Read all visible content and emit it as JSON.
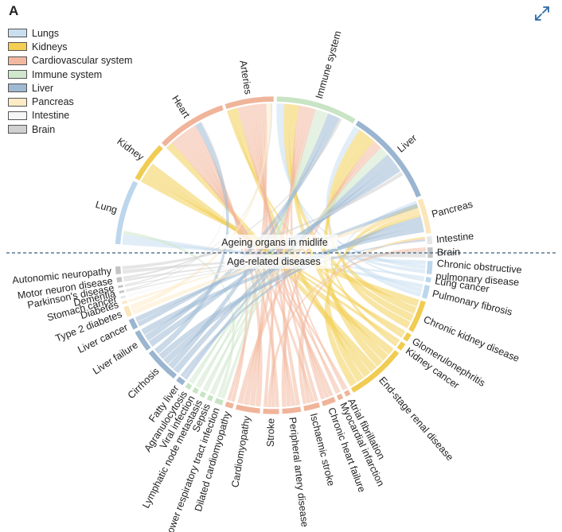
{
  "panel_label": "A",
  "top_label": "Ageing organs in midlife",
  "bottom_label": "Age-related diseases",
  "legend": [
    {
      "label": "Lungs",
      "color": "#c9dff0"
    },
    {
      "label": "Kidneys",
      "color": "#f3cf55"
    },
    {
      "label": "Cardiovascular system",
      "color": "#f2b9a0"
    },
    {
      "label": "Immune system",
      "color": "#cfe8cc"
    },
    {
      "label": "Liver",
      "color": "#9fb9d3"
    },
    {
      "label": "Pancreas",
      "color": "#fdebc6"
    },
    {
      "label": "Intestine",
      "color": "#f6f6f6"
    },
    {
      "label": "Brain",
      "color": "#d0d0d0"
    }
  ],
  "organs": [
    {
      "label": "Lung",
      "group": 0,
      "start": 184,
      "end": 208
    },
    {
      "label": "Kidney",
      "group": 1,
      "start": 209,
      "end": 224
    },
    {
      "label": "Heart",
      "group": 2,
      "start": 225,
      "end": 251
    },
    {
      "label": "Arteries",
      "group": 2,
      "start": 252,
      "end": 270
    },
    {
      "label": "Immune system",
      "group": 3,
      "start": 271,
      "end": 301
    },
    {
      "label": "Liver",
      "group": 4,
      "start": 302,
      "end": 338
    },
    {
      "label": "Pancreas",
      "group": 5,
      "start": 339,
      "end": 352
    },
    {
      "label": "Intestine",
      "group": 6,
      "start": 353,
      "end": 356
    },
    {
      "label": "Brain",
      "group": 7,
      "start": 357,
      "end": 361
    }
  ],
  "diseases": [
    {
      "label": "Chronic obstructive pulmonary disease",
      "lines": [
        "Chronic obstructive",
        "pulmonary disease"
      ],
      "group": 0,
      "start": 2,
      "end": 7
    },
    {
      "label": "Lung cancer",
      "group": 0,
      "start": 8,
      "end": 10
    },
    {
      "label": "Pulmonary fibrosis",
      "group": 0,
      "start": 11,
      "end": 16
    },
    {
      "label": "Chronic kidney disease",
      "group": 1,
      "start": 17,
      "end": 29
    },
    {
      "label": "Glomerulonephritis",
      "group": 1,
      "start": 30,
      "end": 33
    },
    {
      "label": "Kidney cancer",
      "group": 1,
      "start": 34,
      "end": 37
    },
    {
      "label": "End-stage renal disease",
      "group": 1,
      "start": 38,
      "end": 60
    },
    {
      "label": "Atrial fibrillation",
      "group": 2,
      "start": 61,
      "end": 63
    },
    {
      "label": "Myocardial infarction",
      "group": 2,
      "start": 64,
      "end": 66
    },
    {
      "label": "Chronic heart failure",
      "group": 2,
      "start": 67,
      "end": 72
    },
    {
      "label": "Ischaemic stroke",
      "group": 2,
      "start": 73,
      "end": 79
    },
    {
      "label": "Peripheral artery disease",
      "group": 2,
      "start": 80,
      "end": 87
    },
    {
      "label": "Stroke",
      "group": 2,
      "start": 88,
      "end": 94
    },
    {
      "label": "Cardiomyopathy",
      "group": 2,
      "start": 95,
      "end": 104
    },
    {
      "label": "Dilated cardiomyopathy",
      "group": 2,
      "start": 105,
      "end": 108
    },
    {
      "label": "Lower respiratory tract infection",
      "group": 3,
      "start": 109,
      "end": 112
    },
    {
      "label": "Sepsis",
      "group": 3,
      "start": 113,
      "end": 115
    },
    {
      "label": "Lymphatic node metastasis",
      "group": 3,
      "start": 116,
      "end": 118
    },
    {
      "label": "Viral infection",
      "group": 3,
      "start": 119,
      "end": 121
    },
    {
      "label": "Agranulocytosis",
      "group": 3,
      "start": 122,
      "end": 124
    },
    {
      "label": "Fatty liver",
      "group": 4,
      "start": 125,
      "end": 128
    },
    {
      "label": "Cirrhosis",
      "group": 4,
      "start": 129,
      "end": 142
    },
    {
      "label": "Liver failure",
      "group": 4,
      "start": 143,
      "end": 151
    },
    {
      "label": "Liver cancer",
      "group": 4,
      "start": 152,
      "end": 156
    },
    {
      "label": "Type 2 diabetes",
      "group": 5,
      "start": 157,
      "end": 161
    },
    {
      "label": "Diabetes",
      "group": 5,
      "start": 162,
      "end": 163
    },
    {
      "label": "Stomach cancer",
      "group": 6,
      "start": 164,
      "end": 165
    },
    {
      "label": "Dementia",
      "group": 7,
      "start": 166,
      "end": 167
    },
    {
      "label": "Parkinson's disease",
      "group": 7,
      "start": 168,
      "end": 169
    },
    {
      "label": "Motor neuron disease",
      "group": 7,
      "start": 170,
      "end": 172
    },
    {
      "label": "Autonomic neuropathy",
      "group": 7,
      "start": 173,
      "end": 176
    }
  ]
}
